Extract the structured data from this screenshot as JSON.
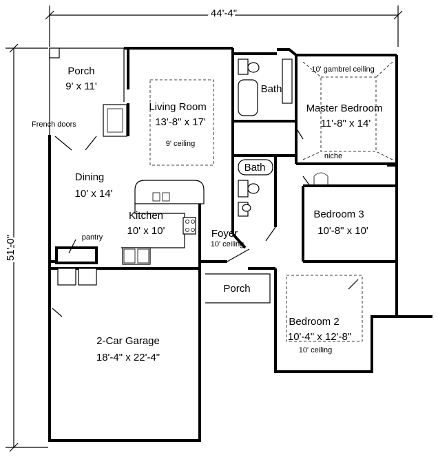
{
  "dimensions": {
    "width": "44'-4\"",
    "depth": "51'-0\""
  },
  "rooms": {
    "porch_back": {
      "name": "Porch",
      "size": "9' x 11'"
    },
    "french_doors": "French doors",
    "living": {
      "name": "Living Room",
      "size": "13'-8\" x 17'",
      "note": "9' ceiling"
    },
    "bath1": "Bath",
    "master": {
      "name": "Master Bedroom",
      "size": "11'-8\" x 14'",
      "note": "10' gambrel ceiling"
    },
    "bath2": "Bath",
    "niche": "niche",
    "dining": {
      "name": "Dining",
      "size": "10' x 14'"
    },
    "kitchen": {
      "name": "Kitchen",
      "size": "10' x 10'"
    },
    "pantry": "pantry",
    "foyer": {
      "name": "Foyer",
      "note": "10' ceiling"
    },
    "bedroom3": {
      "name": "Bedroom 3",
      "size": "10'-8\" x 10'"
    },
    "porch_front": "Porch",
    "bedroom2": {
      "name": "Bedroom 2",
      "size": "10'-4\" x 12'-8\"",
      "note": "10' ceiling"
    },
    "garage": {
      "name": "2-Car Garage",
      "size": "18'-4\" x 22'-4\""
    }
  }
}
